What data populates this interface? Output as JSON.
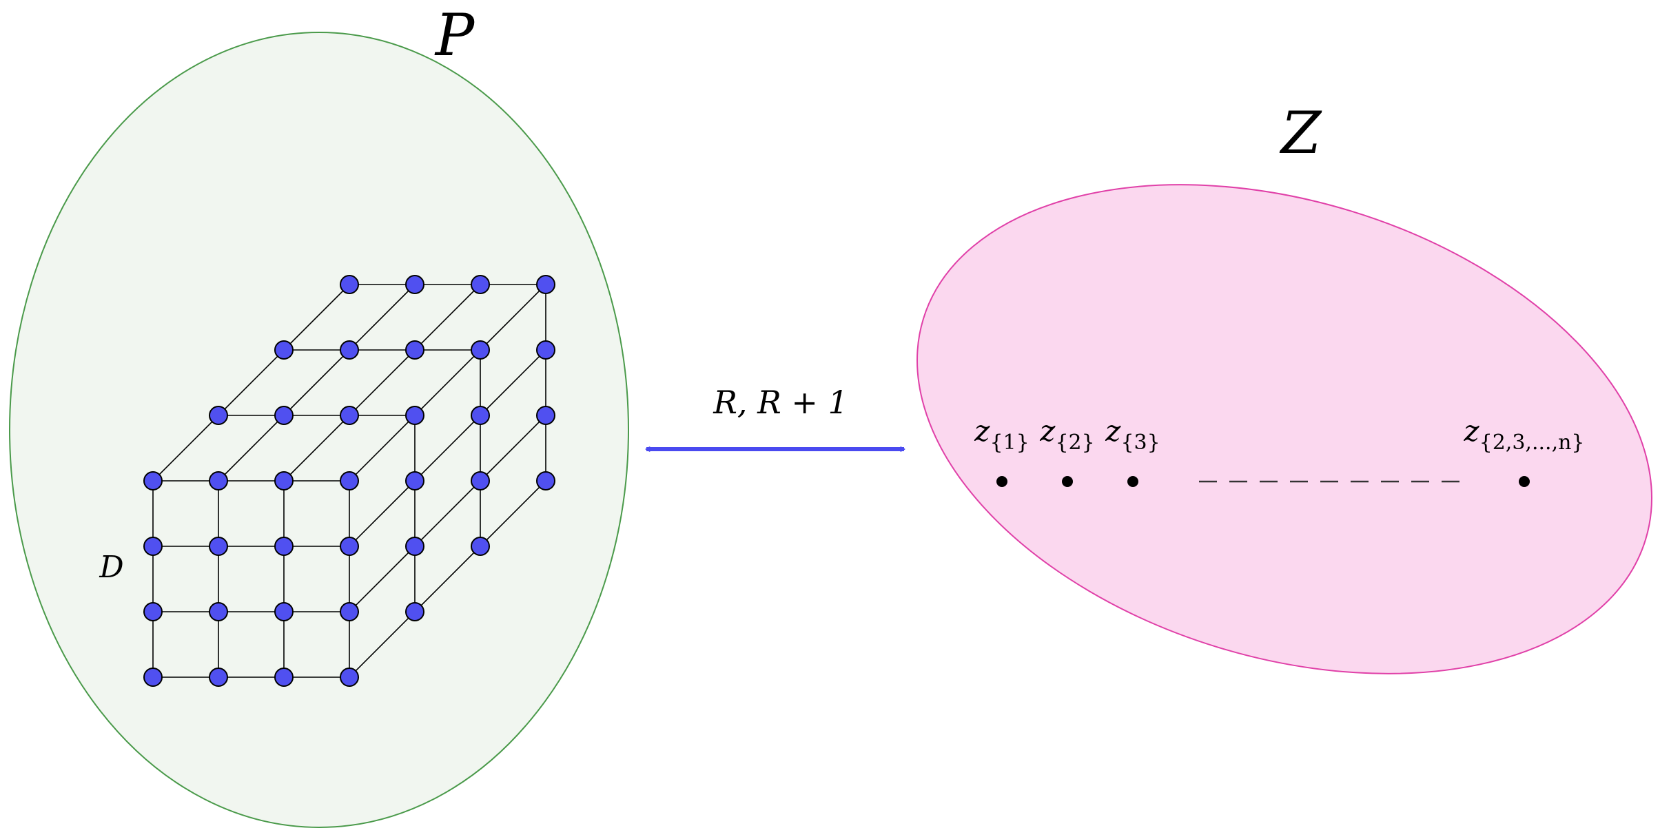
{
  "left_set": {
    "label": "P",
    "fill": "#f1f6f0",
    "stroke": "#4a9a4a",
    "cube": {
      "label": "D",
      "node_fill": "#5050f0",
      "edge_color": "#000000"
    }
  },
  "relation": {
    "label": "R, R + 1",
    "arrow_color": "#4a4af0",
    "direction": "bidirectional"
  },
  "right_set": {
    "label": "Z",
    "fill": "#fbd8ef",
    "stroke": "#e040a8",
    "elements": [
      {
        "base": "z",
        "sub": "{1}"
      },
      {
        "base": "z",
        "sub": "{2}"
      },
      {
        "base": "z",
        "sub": "{3}"
      },
      {
        "base": "z",
        "sub": "{2,3,...,n}"
      }
    ]
  }
}
